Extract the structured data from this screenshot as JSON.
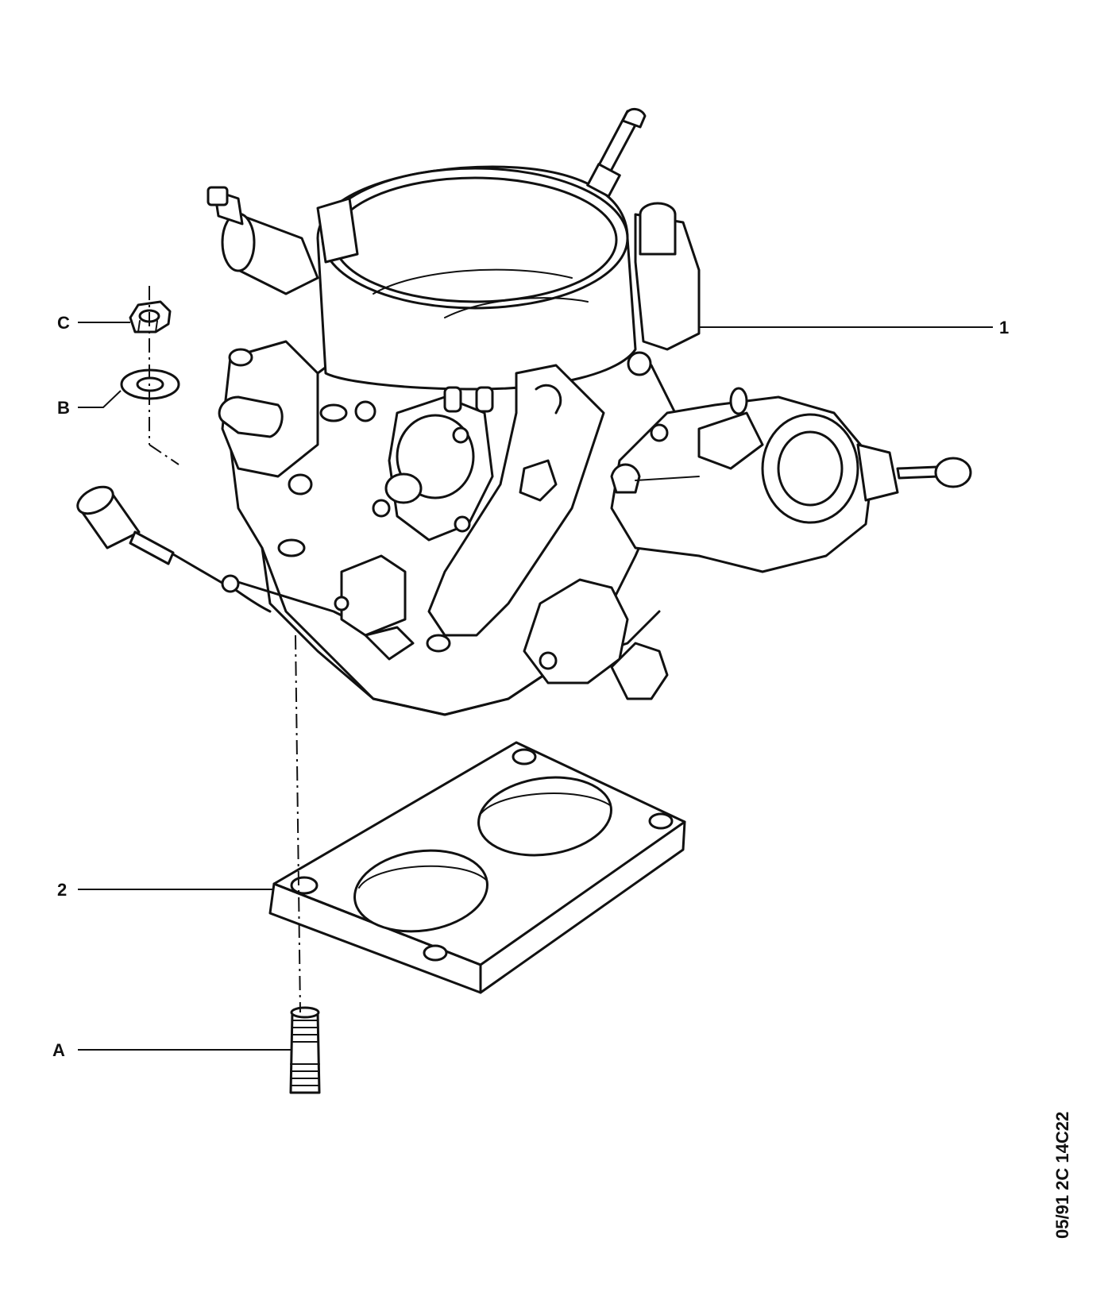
{
  "callouts": {
    "part_1": "1",
    "part_2": "2",
    "part_a": "A",
    "part_b": "B",
    "part_c": "C"
  },
  "reference_code": "05/91  2C 14C22",
  "icons": {
    "throttle_body": "carburettor-body-drawing",
    "gasket": "flange-gasket-drawing",
    "stud": "threaded-stud-drawing",
    "washer": "washer-drawing",
    "nut": "hex-nut-drawing"
  }
}
